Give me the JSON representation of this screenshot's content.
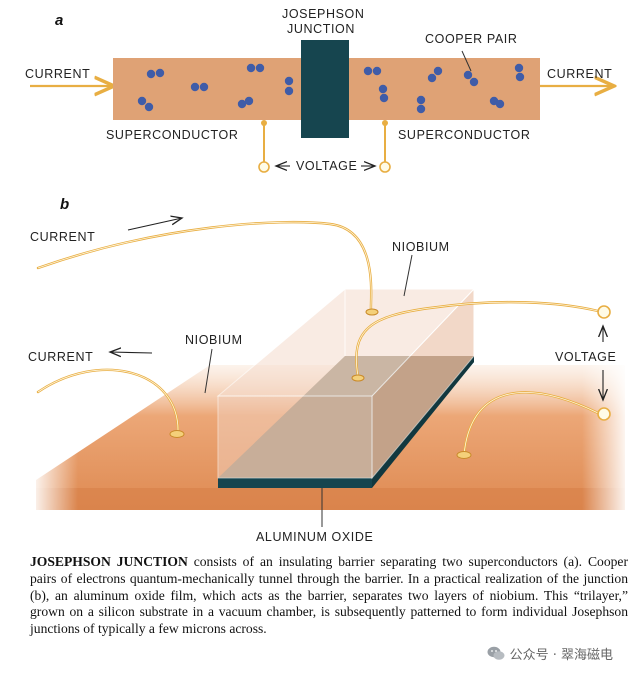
{
  "panel_a": {
    "letter": "a",
    "current_left": "CURRENT",
    "current_right": "CURRENT",
    "junction_line1": "JOSEPHSON",
    "junction_line2": "JUNCTION",
    "cooper_pair": "COOPER PAIR",
    "superconductor_left": "SUPERCONDUCTOR",
    "superconductor_right": "SUPERCONDUCTOR",
    "voltage": "VOLTAGE"
  },
  "panel_b": {
    "letter": "b",
    "current_top": "CURRENT",
    "current_left": "CURRENT",
    "niobium_top": "NIOBIUM",
    "niobium_left": "NIOBIUM",
    "voltage": "VOLTAGE",
    "aluminum_oxide": "ALUMINUM OXIDE"
  },
  "caption": {
    "head": "JOSEPHSON JUNCTION",
    "body": " consists of an insulating barrier separating two superconductors (a). Cooper pairs of electrons quantum-mechanically tunnel through the barrier. In a practical realization of the junction (b), an aluminum oxide film, which acts as the barrier, separates two layers of niobium. This “trilayer,” grown on a silicon substrate in a vacuum chamber, is subsequently patterned to form individual Josephson junctions of typically a few microns across."
  },
  "watermark": "公众号 · 翠海磁电",
  "colors": {
    "superconductor": "#dfa275",
    "junction": "#16454f",
    "cooper_pair": "#3f5ca8",
    "wire": "#e8ae43",
    "substrate": "#e18f59"
  }
}
